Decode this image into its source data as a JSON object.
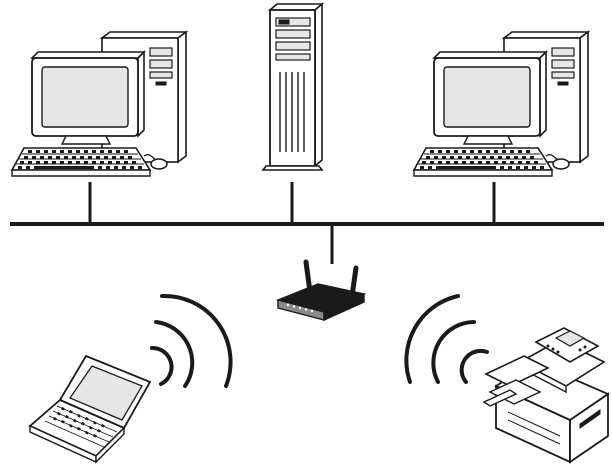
{
  "diagram": {
    "nodes": [
      {
        "id": "desktop-left",
        "kind": "desktop-computer",
        "connection": "wired"
      },
      {
        "id": "tower-server",
        "kind": "tower-server",
        "connection": "wired"
      },
      {
        "id": "desktop-right",
        "kind": "desktop-computer",
        "connection": "wired"
      },
      {
        "id": "wireless-router",
        "kind": "wireless-router",
        "connection": "wired"
      },
      {
        "id": "laptop",
        "kind": "laptop",
        "connection": "wireless"
      },
      {
        "id": "printer",
        "kind": "multifunction-printer",
        "connection": "wireless"
      }
    ],
    "edges": [
      {
        "from": "desktop-left",
        "to": "network-bus",
        "type": "wired"
      },
      {
        "from": "tower-server",
        "to": "network-bus",
        "type": "wired"
      },
      {
        "from": "desktop-right",
        "to": "network-bus",
        "type": "wired"
      },
      {
        "from": "wireless-router",
        "to": "network-bus",
        "type": "wired"
      },
      {
        "from": "laptop",
        "to": "wireless-router",
        "type": "wireless"
      },
      {
        "from": "printer",
        "to": "wireless-router",
        "type": "wireless"
      }
    ],
    "colors": {
      "line": "#1a1a1a",
      "background": "#ffffff",
      "screen": "#e6e6e6"
    }
  }
}
